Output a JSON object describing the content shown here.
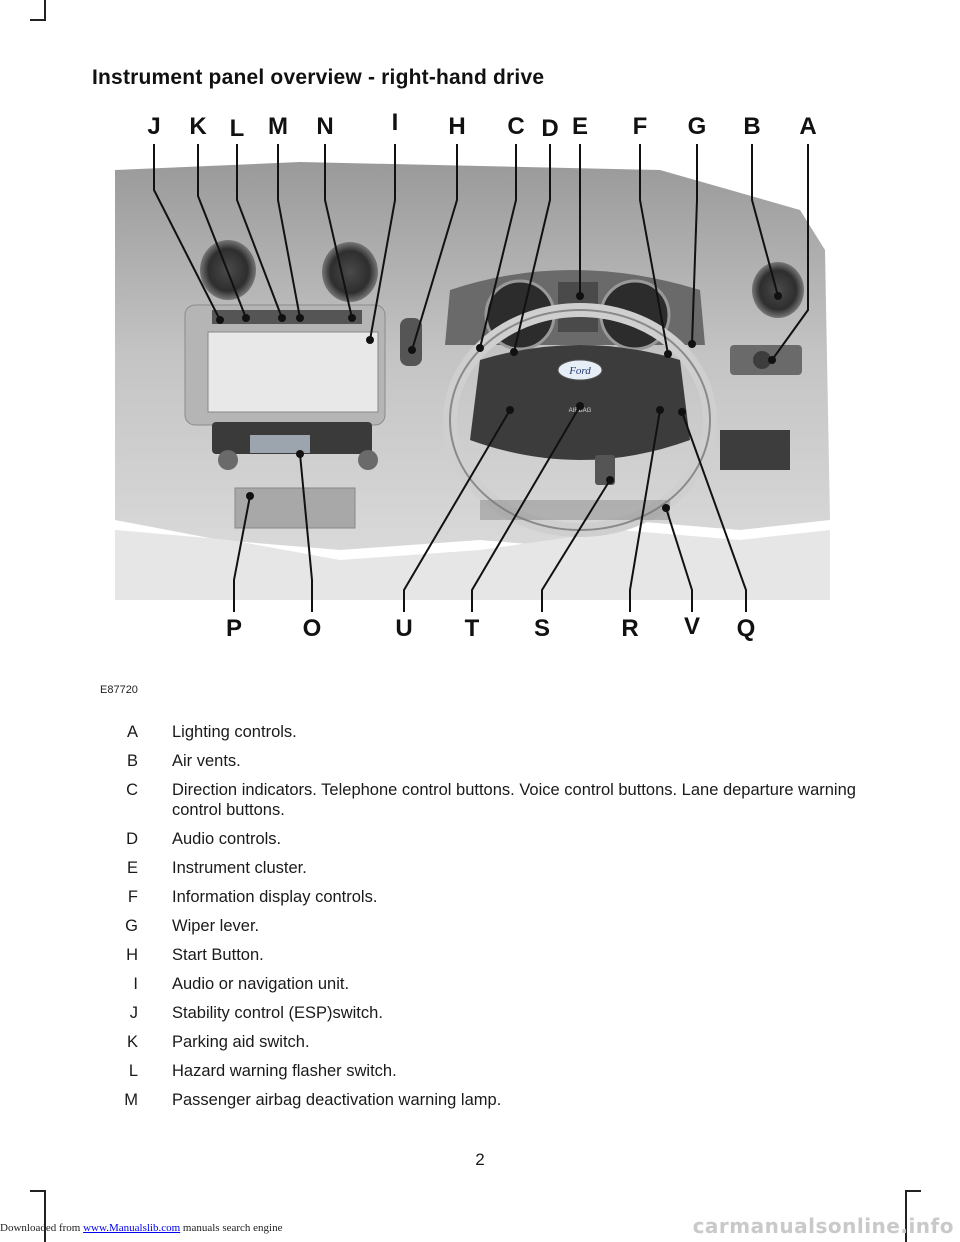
{
  "footer": {
    "prefix": "Downloaded from ",
    "link": "www.Manualslib.com",
    "suffix": "  manuals search engine",
    "watermark": "carmanualsonline.info"
  },
  "title": "Instrument panel overview - right-hand drive",
  "figure_code": "E87720",
  "callouts_top": [
    "J",
    "K",
    "L",
    "M",
    "N",
    "I",
    "H",
    "C",
    "D",
    "E",
    "F",
    "G",
    "B",
    "A"
  ],
  "callouts_bottom": [
    "P",
    "O",
    "U",
    "T",
    "S",
    "R",
    "V",
    "Q"
  ],
  "badge": "Ford",
  "airbag_label": "AIRBAG",
  "legend": [
    {
      "key": "A",
      "text": "Lighting controls."
    },
    {
      "key": "B",
      "text": "Air vents."
    },
    {
      "key": "C",
      "text": "Direction indicators. Telephone control buttons. Voice control buttons. Lane departure warning control buttons."
    },
    {
      "key": "D",
      "text": "Audio controls."
    },
    {
      "key": "E",
      "text": "Instrument cluster."
    },
    {
      "key": "F",
      "text": "Information display controls."
    },
    {
      "key": "G",
      "text": "Wiper lever."
    },
    {
      "key": "H",
      "text": "Start Button."
    },
    {
      "key": "I",
      "text": "Audio or navigation unit."
    },
    {
      "key": "J",
      "text": "Stability control (ESP)switch."
    },
    {
      "key": "K",
      "text": "Parking aid switch."
    },
    {
      "key": "L",
      "text": "Hazard warning flasher switch."
    },
    {
      "key": "M",
      "text": "Passenger airbag deactivation warning lamp."
    }
  ],
  "page_number": "2"
}
